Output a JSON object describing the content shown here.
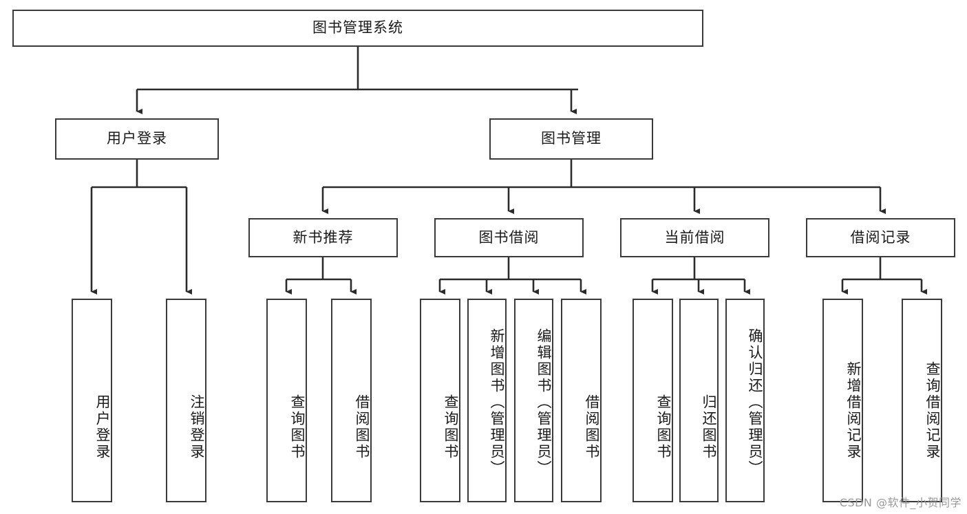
{
  "diagram": {
    "title": "图书管理系统",
    "type": "tree-hierarchy-chart",
    "watermark": "CSDN @软件_小贺同学",
    "colors": {
      "box_border": "#3a3a3a",
      "box_fill": "#ffffff",
      "edge": "#2b2b2b",
      "text": "#1a1a1a",
      "watermark": "#9a9a9a"
    },
    "nodes": {
      "root": {
        "label": "图书管理系统",
        "orientation": "horizontal"
      },
      "level2": [
        {
          "id": "user-login",
          "label": "用户登录",
          "orientation": "horizontal"
        },
        {
          "id": "book-manage",
          "label": "图书管理",
          "orientation": "horizontal"
        }
      ],
      "level3": [
        {
          "id": "new-book-recommend",
          "label": "新书推荐",
          "orientation": "horizontal"
        },
        {
          "id": "book-borrow",
          "label": "图书借阅",
          "orientation": "horizontal"
        },
        {
          "id": "current-borrow",
          "label": "当前借阅",
          "orientation": "horizontal"
        },
        {
          "id": "borrow-record",
          "label": "借阅记录",
          "orientation": "horizontal"
        }
      ],
      "leaves": [
        {
          "id": "leaf-user-login",
          "label": "用户登录",
          "parent": "user-login",
          "orientation": "vertical"
        },
        {
          "id": "leaf-user-logout",
          "label": "注销登录",
          "parent": "user-login",
          "orientation": "vertical"
        },
        {
          "id": "leaf-query-book-1",
          "label": "查询图书",
          "parent": "new-book-recommend",
          "orientation": "vertical"
        },
        {
          "id": "leaf-borrow-book-1",
          "label": "借阅图书",
          "parent": "new-book-recommend",
          "orientation": "vertical"
        },
        {
          "id": "leaf-query-book-2",
          "label": "查询图书",
          "parent": "book-borrow",
          "orientation": "vertical"
        },
        {
          "id": "leaf-add-book",
          "label": "新增图书（管理员）",
          "parent": "book-borrow",
          "orientation": "vertical"
        },
        {
          "id": "leaf-edit-book",
          "label": "编辑图书（管理员）",
          "parent": "book-borrow",
          "orientation": "vertical"
        },
        {
          "id": "leaf-borrow-book-2",
          "label": "借阅图书",
          "parent": "book-borrow",
          "orientation": "vertical"
        },
        {
          "id": "leaf-query-book-3",
          "label": "查询图书",
          "parent": "current-borrow",
          "orientation": "vertical"
        },
        {
          "id": "leaf-return-book",
          "label": "归还图书",
          "parent": "current-borrow",
          "orientation": "vertical"
        },
        {
          "id": "leaf-confirm-return",
          "label": "确认归还（管理员）",
          "parent": "current-borrow",
          "orientation": "vertical"
        },
        {
          "id": "leaf-add-record",
          "label": "新增借阅记录",
          "parent": "borrow-record",
          "orientation": "vertical"
        },
        {
          "id": "leaf-query-record",
          "label": "查询借阅记录",
          "parent": "borrow-record",
          "orientation": "vertical"
        }
      ]
    }
  }
}
